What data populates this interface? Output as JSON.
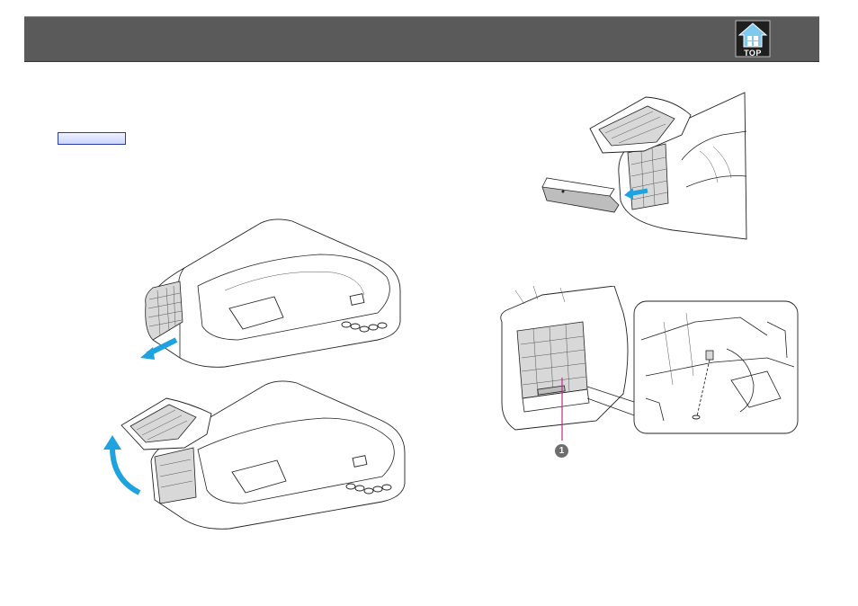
{
  "header": {
    "top_button": {
      "label": "TOP",
      "icon": "top-page-icon"
    }
  },
  "link_button": {
    "label": ""
  },
  "figures": {
    "remove_filter_cover": {
      "icon": "projector-filter-cover-open-illustration"
    },
    "remove_air_filter": {
      "icon": "projector-air-filter-removal-illustration"
    },
    "filter_detail": {
      "icon": "air-filter-detail-illustration",
      "callout_number": "1",
      "callout_color": "#c0268a"
    }
  },
  "colors": {
    "header_bg": "#5a5a5a",
    "arrow_blue": "#1fa3e0",
    "callout_line": "#c0268a"
  }
}
